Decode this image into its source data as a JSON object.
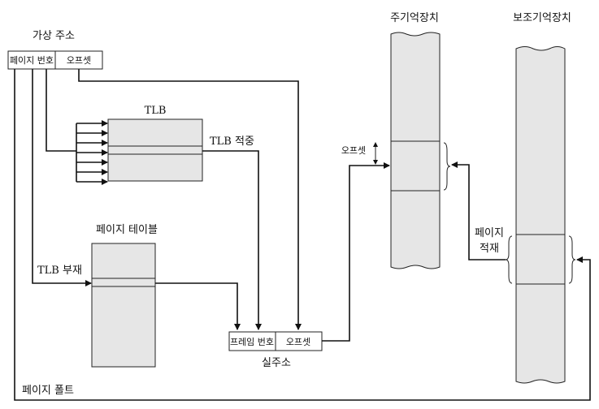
{
  "labels": {
    "virtual_address": "가상 주소",
    "page_number": "페이지 번호",
    "offset": "오프셋",
    "tlb": "TLB",
    "tlb_hit": "TLB 적중",
    "page_table": "페이지 테이블",
    "tlb_miss": "TLB 부재",
    "frame_number": "프레임 번호",
    "offset_real": "오프셋",
    "real_address": "실주소",
    "main_memory": "주기억장치",
    "secondary_memory": "보조기억장치",
    "offset_main": "오프셋",
    "page_load_line1": "페이지",
    "page_load_line2": "적재",
    "page_fault": "페이지 폴트"
  }
}
